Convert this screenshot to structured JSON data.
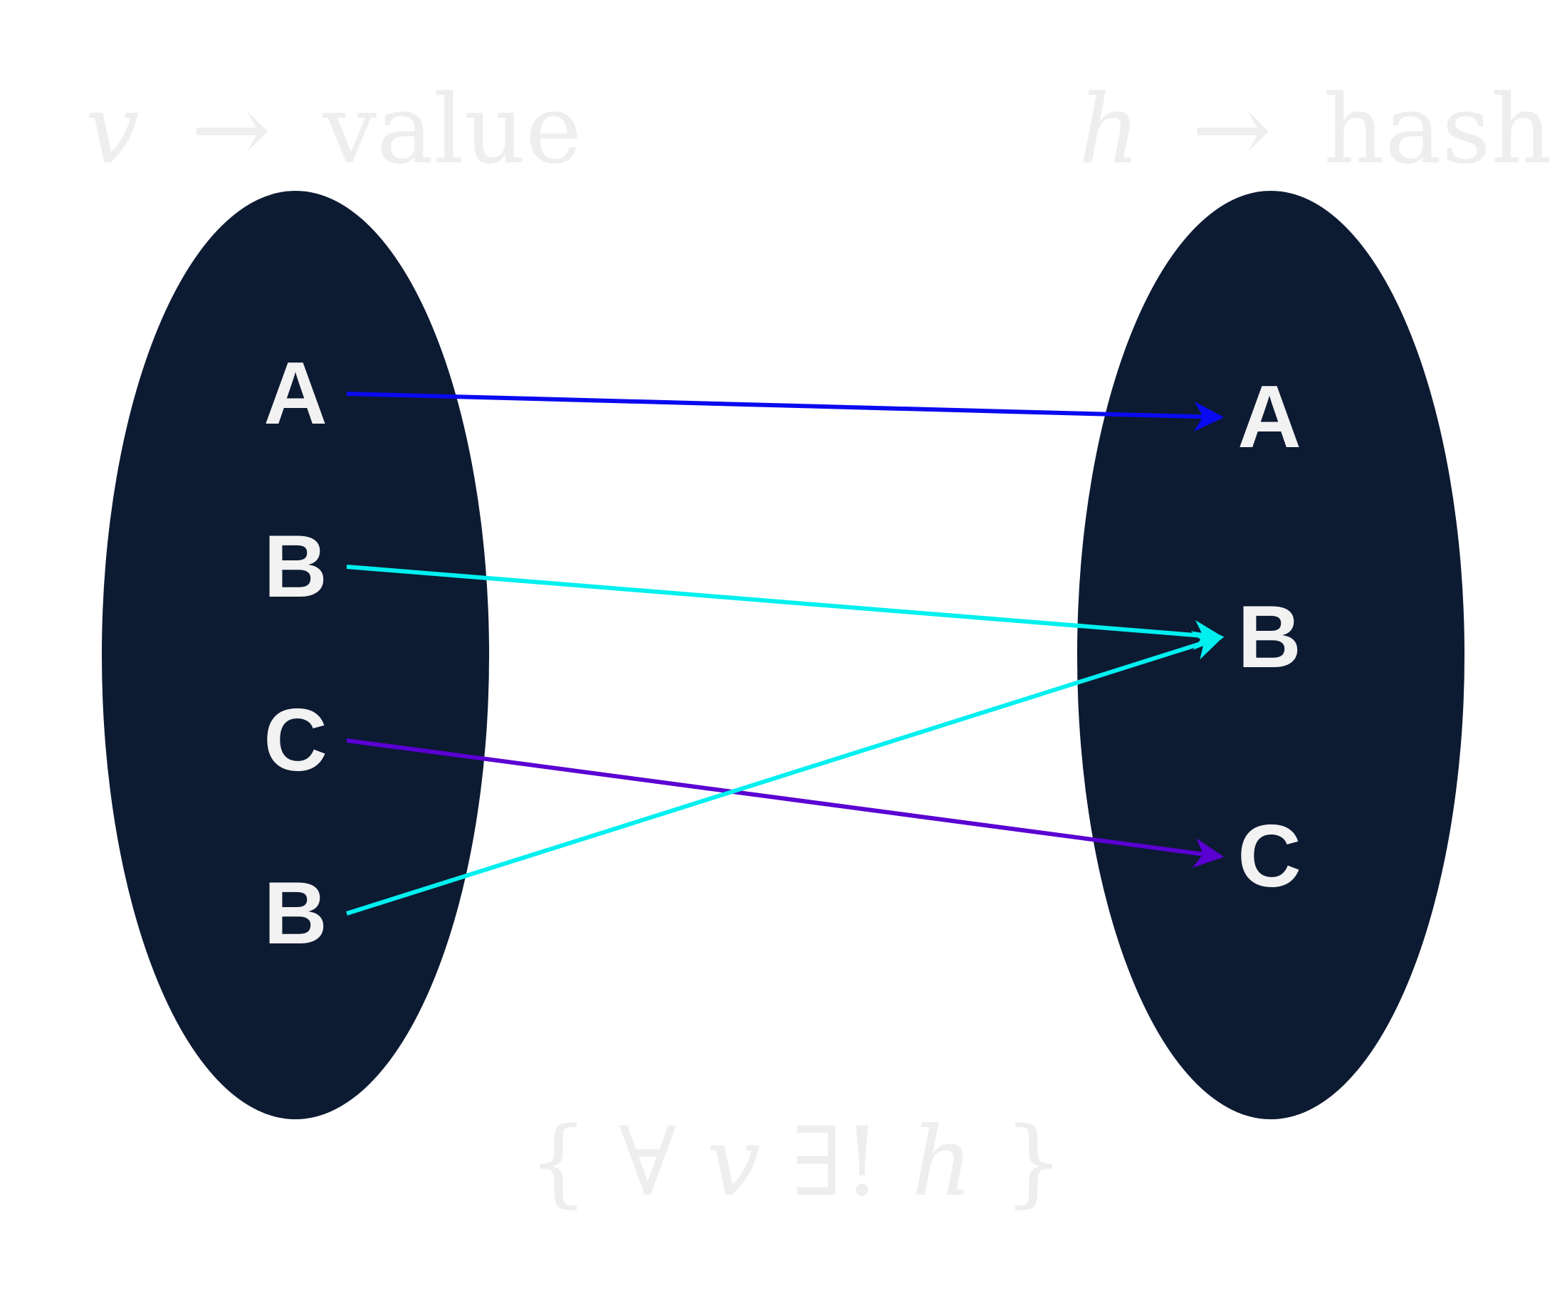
{
  "colors": {
    "background": "#ffffff",
    "set_fill": "#0c1a32",
    "label_text": "#f2f2f2",
    "caption_text": "#eeeeee"
  },
  "left_caption": {
    "var": "v",
    "arrow": "→",
    "word": "value"
  },
  "right_caption": {
    "var": "h",
    "arrow": "→",
    "word": "hash"
  },
  "bottom_caption": {
    "open": "{",
    "forall": "∀",
    "var_v": "v",
    "exists": "∃!",
    "var_h": "h",
    "close": "}"
  },
  "domain_set": {
    "items": [
      "A",
      "B",
      "C",
      "B"
    ]
  },
  "codomain_set": {
    "items": [
      "A",
      "B",
      "C"
    ]
  },
  "mappings": [
    {
      "from": 0,
      "to": 0,
      "color": "#0a0af0"
    },
    {
      "from": 1,
      "to": 1,
      "color": "#00f0f0"
    },
    {
      "from": 2,
      "to": 2,
      "color": "#5a00d2"
    },
    {
      "from": 3,
      "to": 1,
      "color": "#00f0f0"
    }
  ]
}
